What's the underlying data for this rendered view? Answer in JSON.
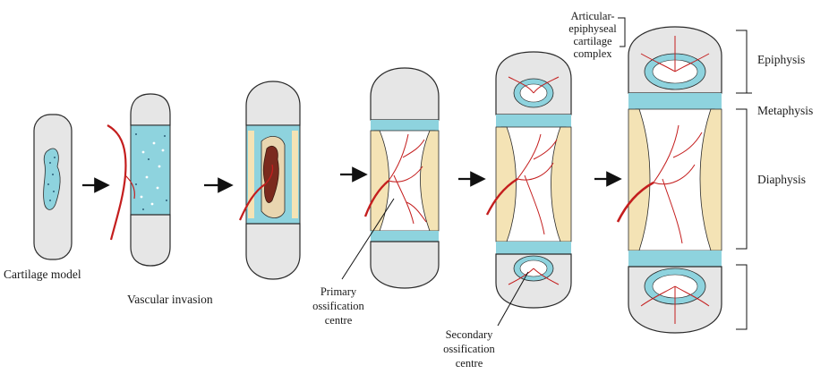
{
  "labels": {
    "cartilage_model": "Cartilage model",
    "vascular_invasion": "Vascular invasion",
    "primary_1": "Primary",
    "primary_2": "ossification",
    "primary_3": "centre",
    "secondary_1": "Secondary",
    "secondary_2": "ossification",
    "secondary_3": "centre",
    "articular_1": "Articular-",
    "articular_2": "epiphyseal",
    "articular_3": "cartilage",
    "articular_4": "complex",
    "epiphysis": "Epiphysis",
    "metaphysis": "Metaphysis",
    "diaphysis": "Diaphysis"
  },
  "colors": {
    "cartilage": "#e6e6e6",
    "calcified": "#8ed3de",
    "bone": "#f4e3b5",
    "vessel": "#c41e1e",
    "marrow": "#ffffff",
    "outline": "#2a2a2a"
  }
}
